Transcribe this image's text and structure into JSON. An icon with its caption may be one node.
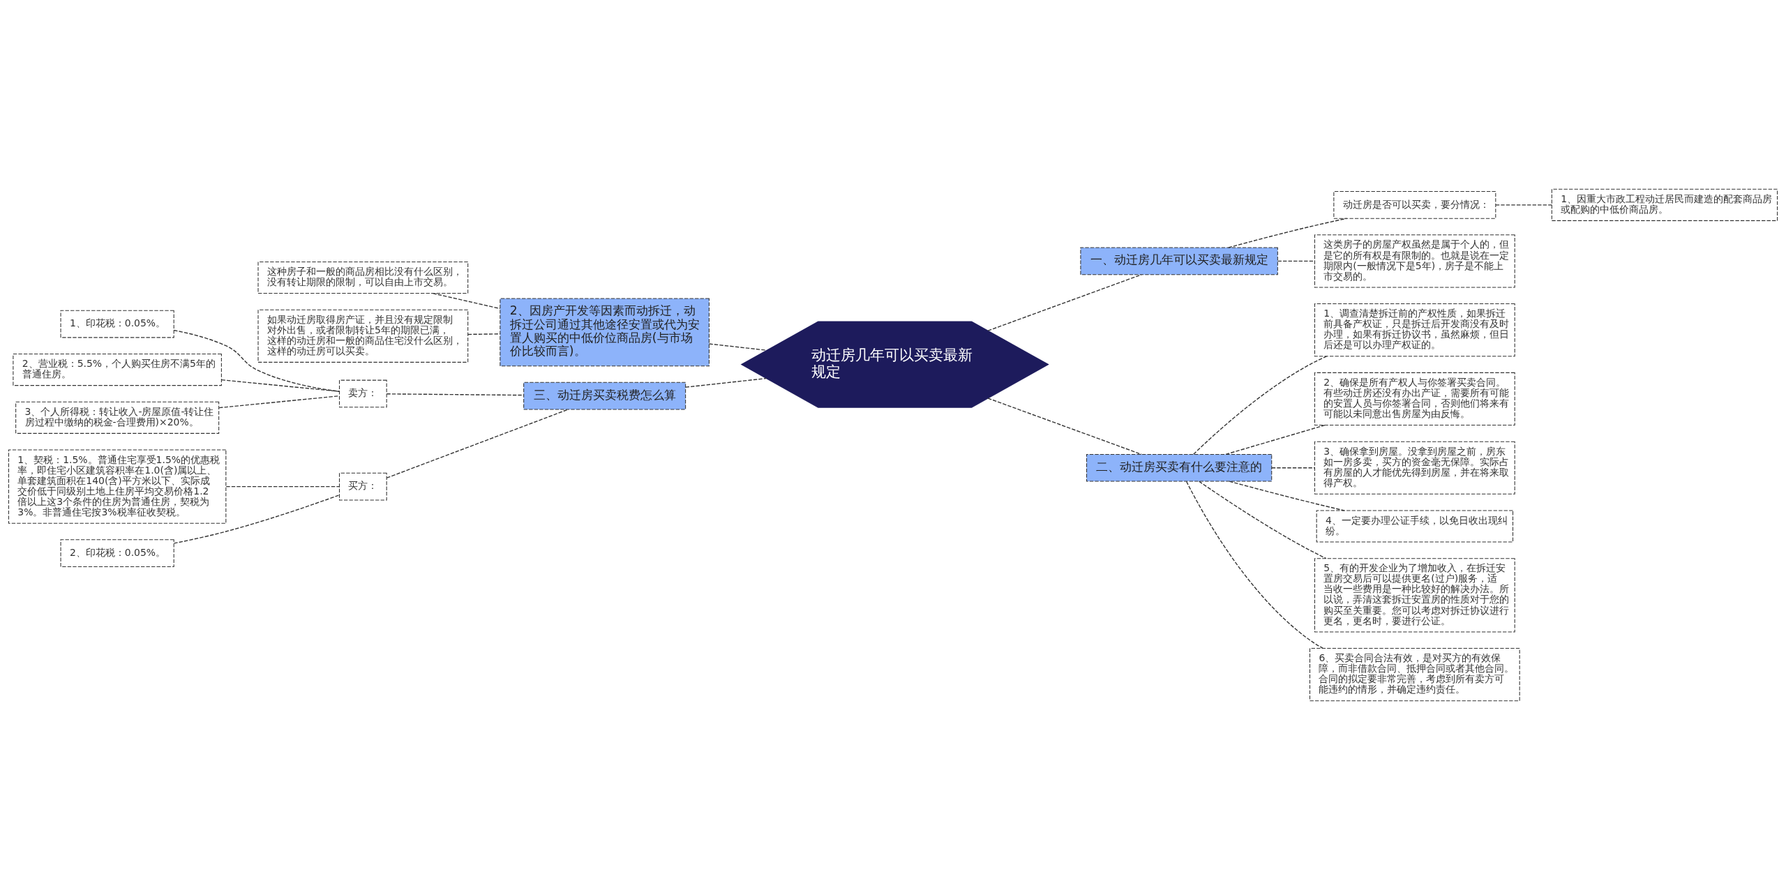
{
  "diagram": {
    "nodes": [
      {
        "text": [
          "动迁房几年可以买卖最新规定"
        ]
      },
      {
        "text": [
          "一、动迁房几年可以买卖最新规定"
        ]
      },
      {
        "text": [
          "动迁房是否可以买卖，要分情况："
        ]
      },
      {
        "text": [
          "1、因重大市政工程动迁居民而建造的配套商品房或配购的中低价商品房。"
        ]
      },
      {
        "text": [
          "这类房子的房屋产权虽然是属于个人的，但是它的所有权是有限制的。也就是说在一定期限内(一般情况下是5年)，房子是不能上市交易的。"
        ]
      },
      {
        "text": [
          "二、动迁房买卖有什么要注意的"
        ]
      },
      {
        "text": [
          "1、调查清楚拆迁前的产权性质，如果拆迁前具备产权证，只是拆迁后开发商没有及时办理，如果有拆迁协议书，虽然麻烦，但日后还是可以办理产权证的。"
        ]
      },
      {
        "text": [
          "2、确保是所有产权人与你签署买卖合同。有些动迁房还没有办出产证，需要所有可能的安置人员与你签署合同，否则他们将来有可能以未同意出售房屋为由反悔。"
        ]
      },
      {
        "text": [
          "3、确保拿到房屋。没拿到房屋之前，房东如一房多卖，买方的资金毫无保障。实际占有房屋的人才能优先得到房屋，并在将来取得产权。"
        ]
      },
      {
        "text": [
          "4、一定要办理公证手续，以免日收出现纠纷。"
        ]
      },
      {
        "text": [
          "5、有的开发企业为了增加收入，在拆迁安置房交易后可以提供更名(过户)服务，适当收一些费用是一种比较好的解决办法。所以说，弄清这套拆迁安置房的性质对于您的购买至关重要。您可以考虑对拆迁协议进行更名，更名时，要进行公证。"
        ]
      },
      {
        "text": [
          "6、买卖合同合法有效，是对买方的有效保障，而非借款合同、抵押合同或者其他合同。合同的拟定要非常完善，考虑到所有卖方可能违约的情形，并确定违约责任。"
        ]
      },
      {
        "text": [
          "2、因房产开发等因素而动拆迁，动拆迁公司通过其他途径安置或代为安置人购买的中低价位商品房(与市场价比较而言)。"
        ]
      },
      {
        "text": [
          "这种房子和一般的商品房相比没有什么区别，没有转让期限的限制，可以自由上市交易。"
        ]
      },
      {
        "text": [
          "如果动迁房取得房产证，并且没有规定限制对外出售，或者限制转让5年的期限已满，这样的动迁房和一般的商品住宅没什么区别，这样的动迁房可以买卖。"
        ]
      },
      {
        "text": [
          "三、动迁房买卖税费怎么算"
        ]
      },
      {
        "text": [
          "卖方："
        ]
      },
      {
        "text": [
          "1、印花税：0.05%。"
        ]
      },
      {
        "text": [
          "2、营业税：5.5%，个人购买住房不满5年的普通住房。"
        ]
      },
      {
        "text": [
          "3、个人所得税：转让收入-房屋原值-转让住房过程中缴纳的税金-合理费用)×20%。"
        ]
      },
      {
        "text": [
          "买方："
        ]
      },
      {
        "text": [
          "1、契税：1.5%。普通住宅享受1.5%的优惠税率，即住宅小区建筑容积率在1.0(含)属以上、单套建筑面积在140(含)平方米以下、实际成交价低于同级别土地上住房平均交易价格1.2倍以上这3个条件的住房为普通住房，契税为3%。非普通住宅按3%税率征收契税。"
        ]
      },
      {
        "text": [
          "2、印花税：0.05%。"
        ]
      }
    ],
    "edges": [
      {
        "from": 0,
        "to": 1,
        "arrow": "none",
        "style": "dashed"
      },
      {
        "from": 1,
        "to": 2,
        "arrow": "none",
        "style": "dashed"
      },
      {
        "from": 2,
        "to": 3,
        "arrow": "none",
        "style": "dashed"
      },
      {
        "from": 1,
        "to": 4,
        "arrow": "none",
        "style": "dashed"
      },
      {
        "from": 0,
        "to": 5,
        "arrow": "none",
        "style": "dashed"
      },
      {
        "from": 5,
        "to": 6,
        "arrow": "none",
        "style": "dashed"
      },
      {
        "from": 5,
        "to": 7,
        "arrow": "none",
        "style": "dashed"
      },
      {
        "from": 5,
        "to": 8,
        "arrow": "none",
        "style": "dashed"
      },
      {
        "from": 5,
        "to": 9,
        "arrow": "none",
        "style": "dashed"
      },
      {
        "from": 5,
        "to": 10,
        "arrow": "none",
        "style": "dashed"
      },
      {
        "from": 5,
        "to": 11,
        "arrow": "none",
        "style": "dashed"
      },
      {
        "from": 12,
        "to": 0,
        "arrow": "none",
        "style": "dashed"
      },
      {
        "from": 13,
        "to": 12,
        "arrow": "none",
        "style": "dashed"
      },
      {
        "from": 14,
        "to": 12,
        "arrow": "none",
        "style": "dashed"
      },
      {
        "from": 15,
        "to": 0,
        "arrow": "none",
        "style": "dashed"
      },
      {
        "from": 16,
        "to": 15,
        "arrow": "none",
        "style": "dashed"
      },
      {
        "from": 17,
        "to": 16,
        "arrow": "none",
        "style": "dashed"
      },
      {
        "from": 18,
        "to": 16,
        "arrow": "none",
        "style": "dashed"
      },
      {
        "from": 19,
        "to": 16,
        "arrow": "none",
        "style": "dashed"
      },
      {
        "from": 20,
        "to": 15,
        "arrow": "none",
        "style": "dashed"
      },
      {
        "from": 21,
        "to": 20,
        "arrow": "none",
        "style": "dashed"
      },
      {
        "from": 22,
        "to": 20,
        "arrow": "none",
        "style": "dashed"
      }
    ]
  }
}
